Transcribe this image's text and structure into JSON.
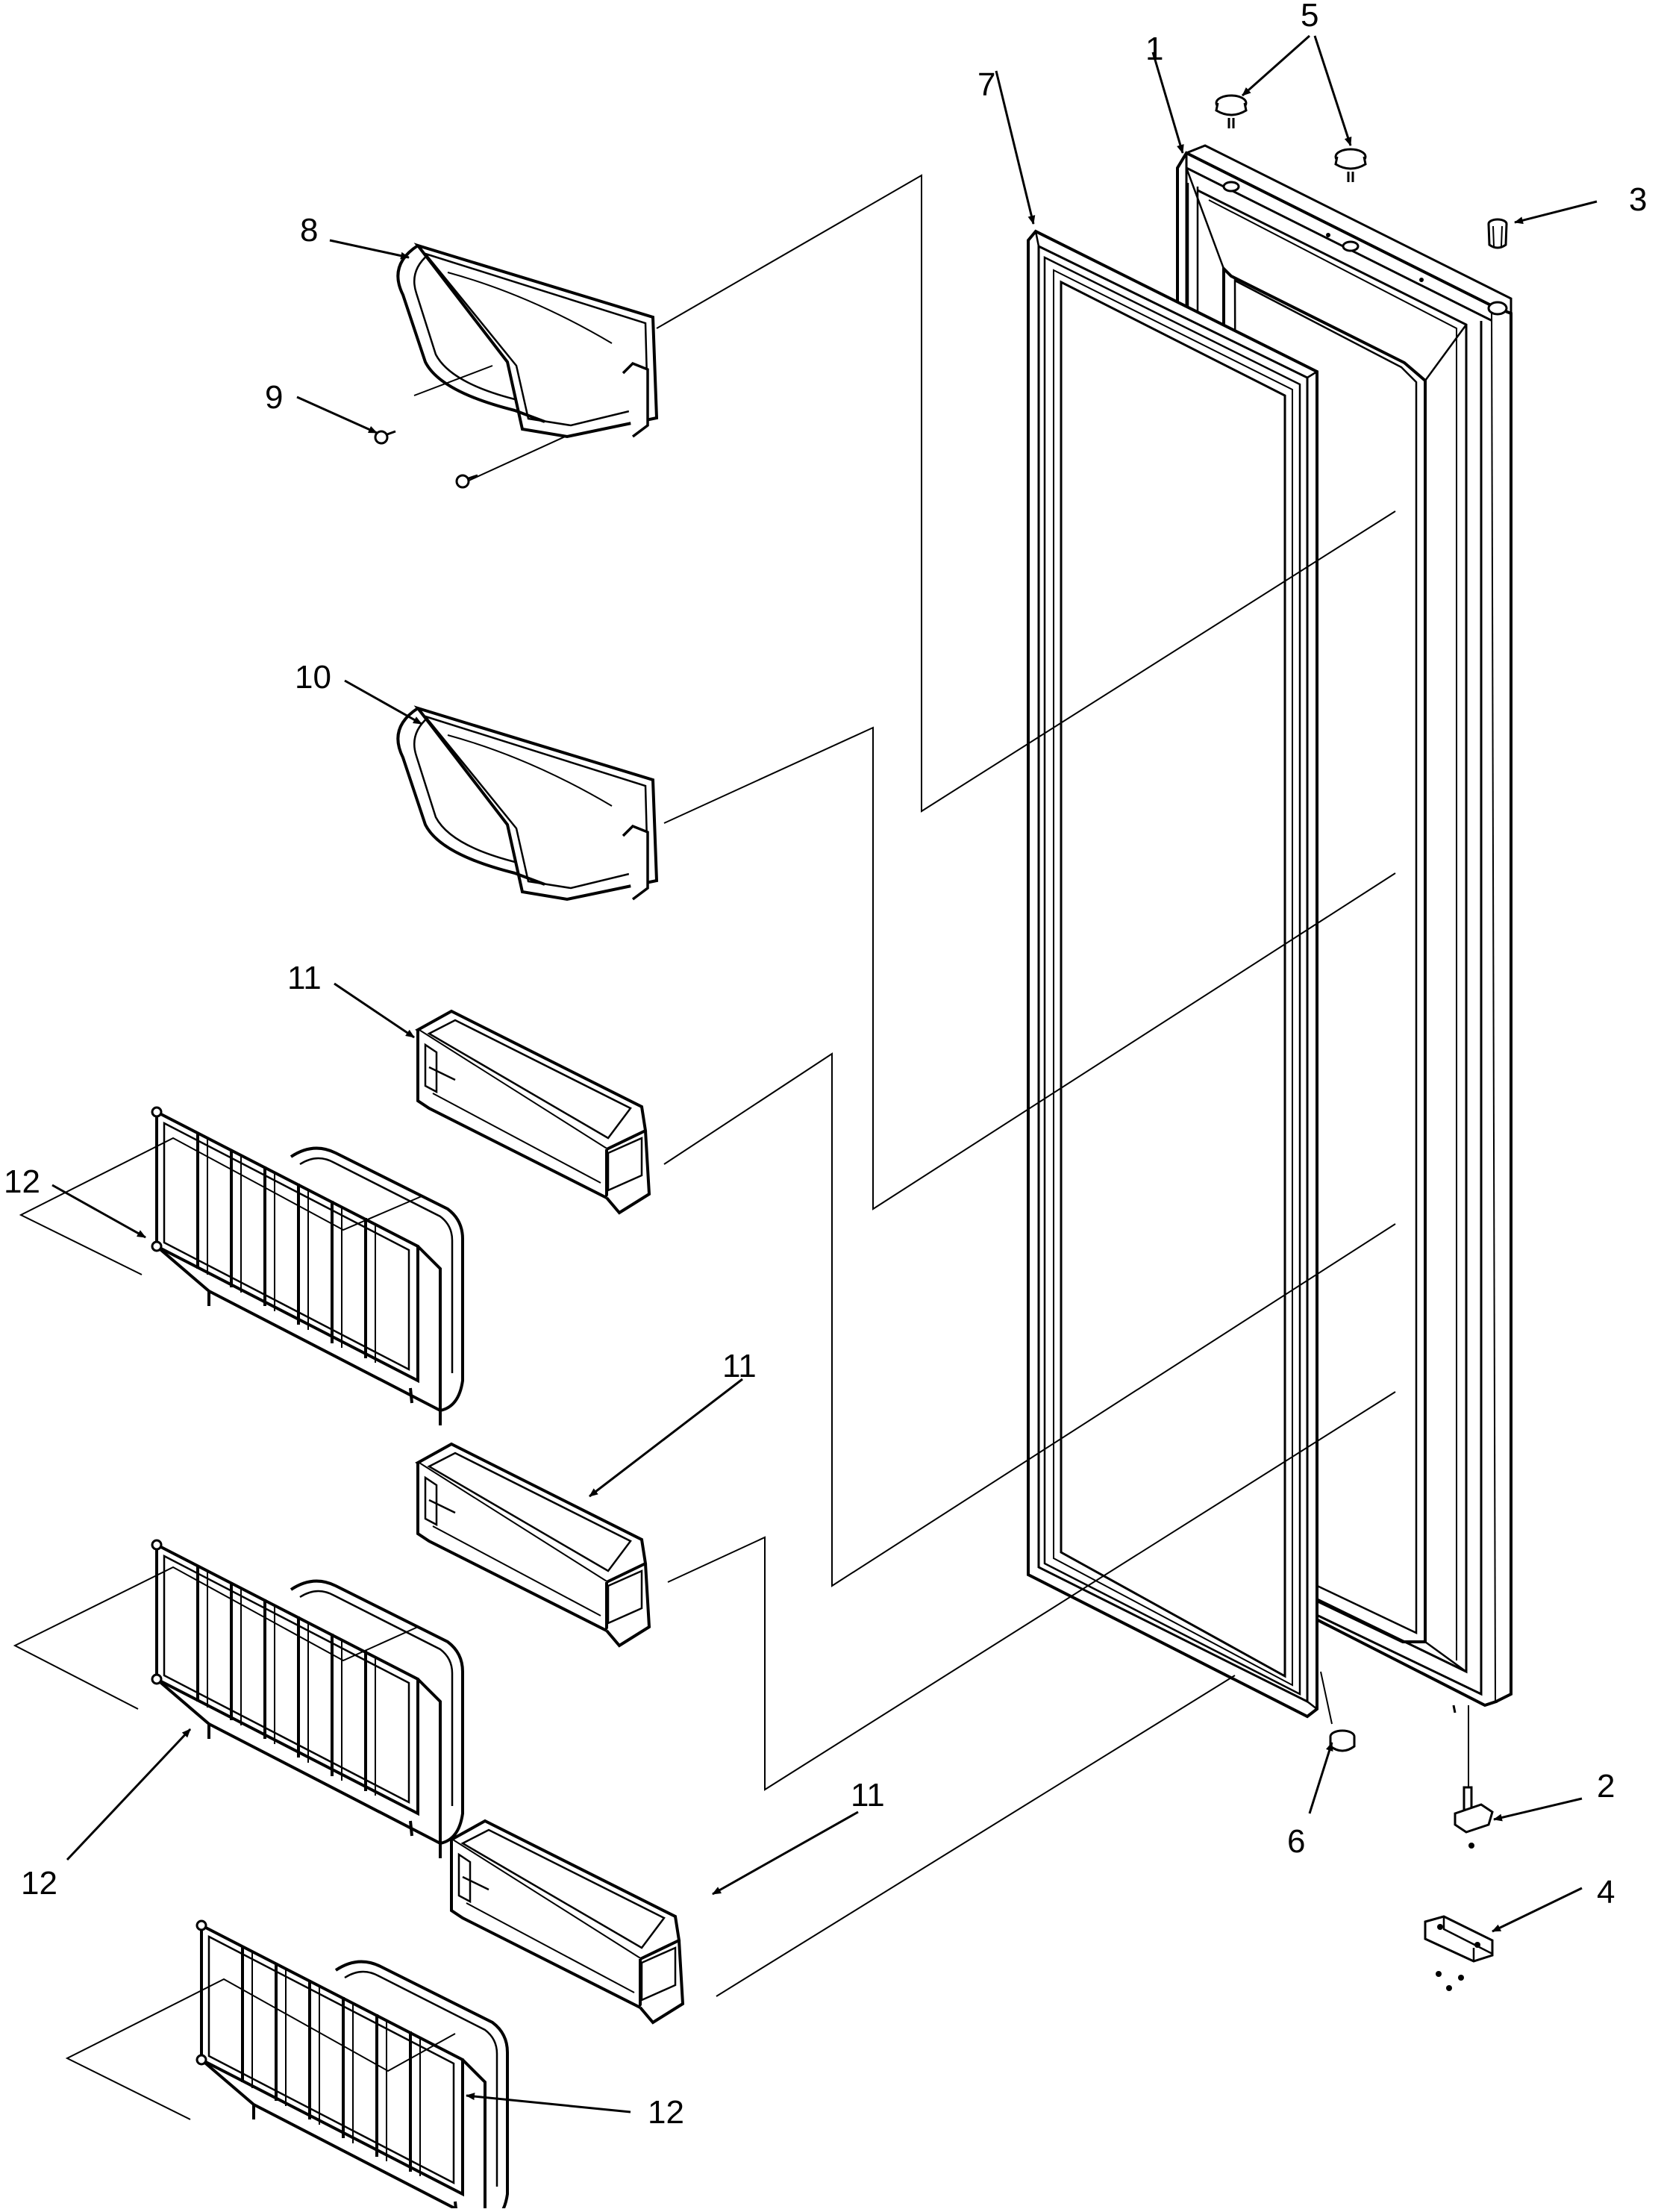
{
  "diagram": {
    "callouts": [
      {
        "id": "c1",
        "label": "1"
      },
      {
        "id": "c2",
        "label": "2"
      },
      {
        "id": "c3",
        "label": "3"
      },
      {
        "id": "c4",
        "label": "4"
      },
      {
        "id": "c5",
        "label": "5"
      },
      {
        "id": "c6",
        "label": "6"
      },
      {
        "id": "c7",
        "label": "7"
      },
      {
        "id": "c8",
        "label": "8"
      },
      {
        "id": "c9",
        "label": "9"
      },
      {
        "id": "c10",
        "label": "10"
      },
      {
        "id": "c11a",
        "label": "11"
      },
      {
        "id": "c11b",
        "label": "11"
      },
      {
        "id": "c11c",
        "label": "11"
      },
      {
        "id": "c12a",
        "label": "12"
      },
      {
        "id": "c12b",
        "label": "12"
      },
      {
        "id": "c12c",
        "label": "12"
      }
    ]
  }
}
